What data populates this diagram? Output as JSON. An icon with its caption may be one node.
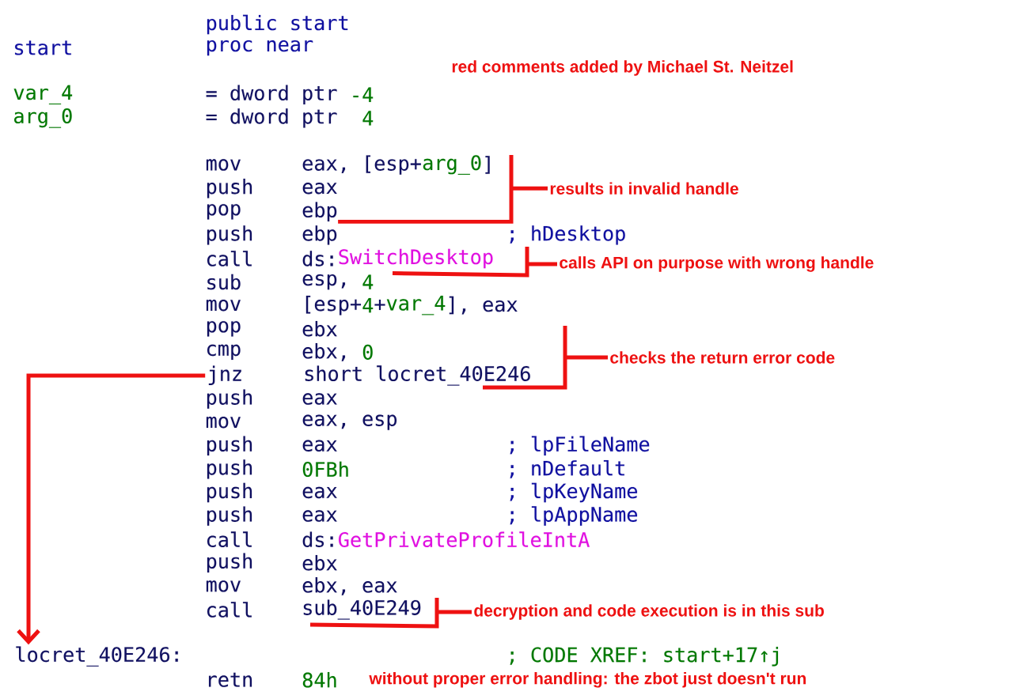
{
  "diagram": {
    "nodes": [
      {
        "text": [
          "results in invalid handle"
        ]
      },
      {
        "text": [
          "calls API on purpose with wrong handle"
        ]
      },
      {
        "text": [
          "checks the return error code"
        ]
      },
      {
        "text": [
          "decryption and code execution is in this sub"
        ]
      },
      {
        "text": [
          "jnz",
          "short locret_40E246"
        ]
      },
      {
        "text": [
          "locret_40E246:"
        ]
      },
      {
        "text": [
          "SwitchDesktop"
        ]
      },
      {
        "text": [
          "sub_40E249"
        ]
      },
      {
        "text": [
          "ebp"
        ]
      }
    ],
    "edges": [
      {
        "from": 0,
        "to": 8,
        "arrow": "none"
      },
      {
        "from": 1,
        "to": 6,
        "arrow": "none"
      },
      {
        "from": 2,
        "to": 4,
        "arrow": "none"
      },
      {
        "from": 3,
        "to": 7,
        "arrow": "none"
      },
      {
        "from": 4,
        "to": 5,
        "arrow": "to"
      }
    ],
    "labels": [
      "public start",
      "start",
      "proc near",
      "red comments added by Michael St. Neitzel",
      "var_4",
      "= dword ptr",
      "-4",
      "arg_0",
      "= dword ptr",
      "4",
      "mov",
      "eax, [esp+",
      "arg_0",
      "]",
      "push",
      "eax",
      "pop",
      "push",
      "ebp",
      "; hDesktop",
      "call",
      "ds:",
      "sub",
      "esp,",
      "4",
      "mov",
      "[esp+",
      "4",
      "+",
      "var_4",
      "], eax",
      "pop",
      "ebx",
      "cmp",
      "ebx,",
      "0",
      "push",
      "eax",
      "mov",
      "eax, esp",
      "push",
      "eax",
      "; lpFileName",
      "push",
      "0FBh",
      "; nDefault",
      "push",
      "eax",
      "; lpKeyName",
      "push",
      "eax",
      "; lpAppName",
      "call",
      "ds:",
      "GetPrivateProfileIntA",
      "push",
      "ebx",
      "mov",
      "ebx, eax",
      "call",
      "; CODE XREF: start+17↑j",
      "retn",
      "84h",
      "without proper error handling: the zbot just doesn't run"
    ]
  }
}
